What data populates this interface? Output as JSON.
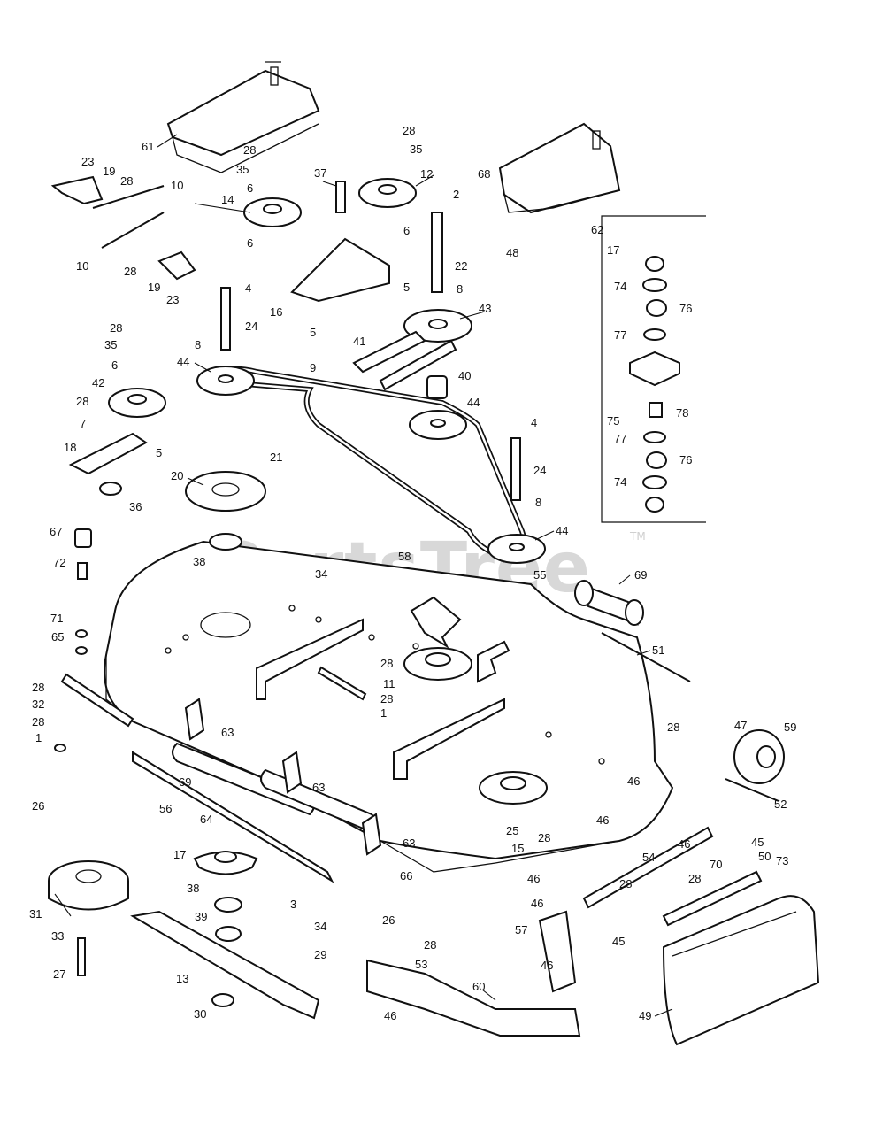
{
  "watermark": {
    "text": "PartsTree",
    "tm": "TM"
  },
  "inset_label": "17",
  "callouts": [
    {
      "id": "61",
      "text": "61"
    },
    {
      "id": "23a",
      "text": "23"
    },
    {
      "id": "19a",
      "text": "19"
    },
    {
      "id": "28a",
      "text": "28"
    },
    {
      "id": "10a",
      "text": "10"
    },
    {
      "id": "10b",
      "text": "10"
    },
    {
      "id": "28b",
      "text": "28"
    },
    {
      "id": "19b",
      "text": "19"
    },
    {
      "id": "23b",
      "text": "23"
    },
    {
      "id": "28c",
      "text": "28"
    },
    {
      "id": "35a",
      "text": "35"
    },
    {
      "id": "6a",
      "text": "6"
    },
    {
      "id": "14",
      "text": "14"
    },
    {
      "id": "6b",
      "text": "6"
    },
    {
      "id": "37",
      "text": "37"
    },
    {
      "id": "28d",
      "text": "28"
    },
    {
      "id": "35b",
      "text": "35"
    },
    {
      "id": "12",
      "text": "12"
    },
    {
      "id": "6c",
      "text": "6"
    },
    {
      "id": "16",
      "text": "16"
    },
    {
      "id": "5a",
      "text": "5"
    },
    {
      "id": "5b",
      "text": "5"
    },
    {
      "id": "68",
      "text": "68"
    },
    {
      "id": "2",
      "text": "2"
    },
    {
      "id": "62",
      "text": "62"
    },
    {
      "id": "48",
      "text": "48"
    },
    {
      "id": "22",
      "text": "22"
    },
    {
      "id": "8a",
      "text": "8"
    },
    {
      "id": "43",
      "text": "43"
    },
    {
      "id": "41",
      "text": "41"
    },
    {
      "id": "4a",
      "text": "4"
    },
    {
      "id": "24a",
      "text": "24"
    },
    {
      "id": "8b",
      "text": "8"
    },
    {
      "id": "44a",
      "text": "44"
    },
    {
      "id": "9",
      "text": "9"
    },
    {
      "id": "40",
      "text": "40"
    },
    {
      "id": "44b",
      "text": "44"
    },
    {
      "id": "28e",
      "text": "28"
    },
    {
      "id": "35c",
      "text": "35"
    },
    {
      "id": "6d",
      "text": "6"
    },
    {
      "id": "42",
      "text": "42"
    },
    {
      "id": "28f",
      "text": "28"
    },
    {
      "id": "7",
      "text": "7"
    },
    {
      "id": "18",
      "text": "18"
    },
    {
      "id": "5c",
      "text": "5"
    },
    {
      "id": "36",
      "text": "36"
    },
    {
      "id": "20",
      "text": "20"
    },
    {
      "id": "21",
      "text": "21"
    },
    {
      "id": "4b",
      "text": "4"
    },
    {
      "id": "24b",
      "text": "24"
    },
    {
      "id": "8c",
      "text": "8"
    },
    {
      "id": "44c",
      "text": "44"
    },
    {
      "id": "67",
      "text": "67"
    },
    {
      "id": "72",
      "text": "72"
    },
    {
      "id": "38a",
      "text": "38"
    },
    {
      "id": "58",
      "text": "58"
    },
    {
      "id": "34a",
      "text": "34"
    },
    {
      "id": "55",
      "text": "55"
    },
    {
      "id": "69a",
      "text": "69"
    },
    {
      "id": "71",
      "text": "71"
    },
    {
      "id": "65",
      "text": "65"
    },
    {
      "id": "51",
      "text": "51"
    },
    {
      "id": "28g",
      "text": "28"
    },
    {
      "id": "11",
      "text": "11"
    },
    {
      "id": "28h",
      "text": "28"
    },
    {
      "id": "1a",
      "text": "1"
    },
    {
      "id": "28i",
      "text": "28"
    },
    {
      "id": "32",
      "text": "32"
    },
    {
      "id": "28j",
      "text": "28"
    },
    {
      "id": "1b",
      "text": "1"
    },
    {
      "id": "63a",
      "text": "63"
    },
    {
      "id": "28k",
      "text": "28"
    },
    {
      "id": "59",
      "text": "59"
    },
    {
      "id": "47",
      "text": "47"
    },
    {
      "id": "46a",
      "text": "46"
    },
    {
      "id": "69b",
      "text": "69"
    },
    {
      "id": "63b",
      "text": "63"
    },
    {
      "id": "52",
      "text": "52"
    },
    {
      "id": "26a",
      "text": "26"
    },
    {
      "id": "56",
      "text": "56"
    },
    {
      "id": "64",
      "text": "64"
    },
    {
      "id": "25",
      "text": "25"
    },
    {
      "id": "15",
      "text": "15"
    },
    {
      "id": "28l",
      "text": "28"
    },
    {
      "id": "46b",
      "text": "46"
    },
    {
      "id": "46c",
      "text": "46"
    },
    {
      "id": "45a",
      "text": "45"
    },
    {
      "id": "63c",
      "text": "63"
    },
    {
      "id": "17a",
      "text": "17"
    },
    {
      "id": "66",
      "text": "66"
    },
    {
      "id": "54",
      "text": "54"
    },
    {
      "id": "50",
      "text": "50"
    },
    {
      "id": "73",
      "text": "73"
    },
    {
      "id": "46d",
      "text": "46"
    },
    {
      "id": "28m",
      "text": "28"
    },
    {
      "id": "70",
      "text": "70"
    },
    {
      "id": "28n",
      "text": "28"
    },
    {
      "id": "46e",
      "text": "46"
    },
    {
      "id": "31",
      "text": "31"
    },
    {
      "id": "38b",
      "text": "38"
    },
    {
      "id": "3",
      "text": "3"
    },
    {
      "id": "34b",
      "text": "34"
    },
    {
      "id": "26b",
      "text": "26"
    },
    {
      "id": "57",
      "text": "57"
    },
    {
      "id": "45b",
      "text": "45"
    },
    {
      "id": "33",
      "text": "33"
    },
    {
      "id": "39",
      "text": "39"
    },
    {
      "id": "29",
      "text": "29"
    },
    {
      "id": "28o",
      "text": "28"
    },
    {
      "id": "53",
      "text": "53"
    },
    {
      "id": "46f",
      "text": "46"
    },
    {
      "id": "27",
      "text": "27"
    },
    {
      "id": "13",
      "text": "13"
    },
    {
      "id": "60",
      "text": "60"
    },
    {
      "id": "30",
      "text": "30"
    },
    {
      "id": "46g",
      "text": "46"
    },
    {
      "id": "49",
      "text": "49"
    },
    {
      "id": "74a",
      "text": "74"
    },
    {
      "id": "76a",
      "text": "76"
    },
    {
      "id": "77a",
      "text": "77"
    },
    {
      "id": "75",
      "text": "75"
    },
    {
      "id": "78",
      "text": "78"
    },
    {
      "id": "77b",
      "text": "77"
    },
    {
      "id": "76b",
      "text": "76"
    },
    {
      "id": "74b",
      "text": "74"
    }
  ]
}
